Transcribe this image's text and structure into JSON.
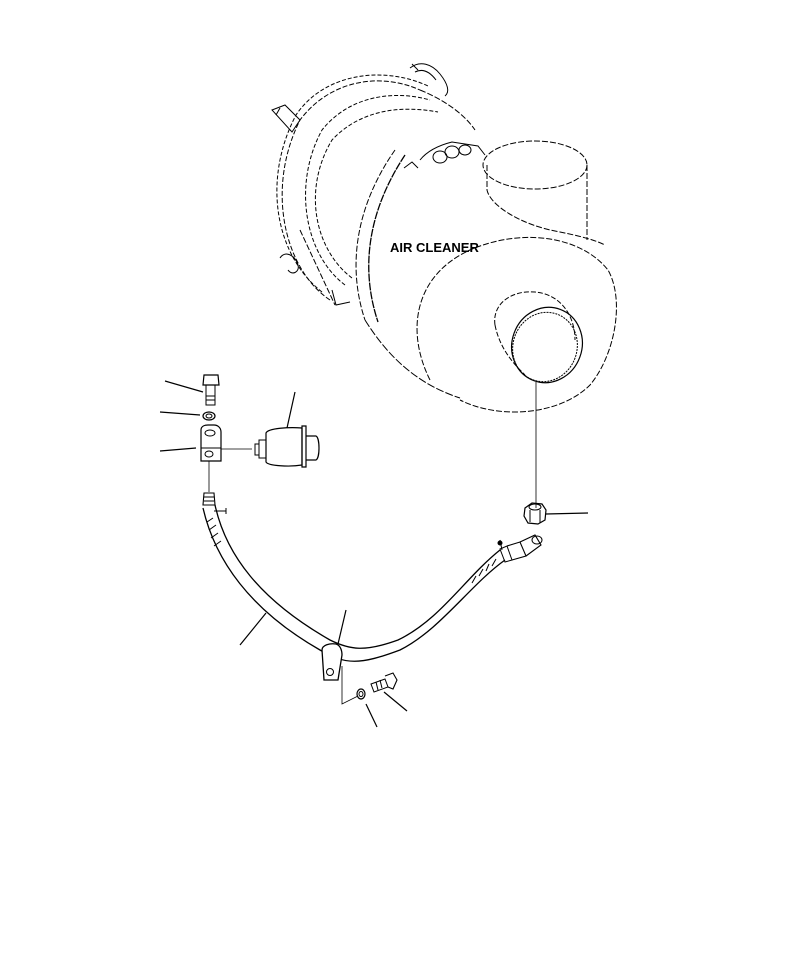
{
  "diagram": {
    "type": "exploded-parts-illustration",
    "labels": {
      "air_cleaner": "AIR CLEANER"
    },
    "components": [
      {
        "id": "air-cleaner",
        "name": "Air cleaner housing"
      },
      {
        "id": "bolt-top",
        "name": "Bolt"
      },
      {
        "id": "washer-top",
        "name": "Washer"
      },
      {
        "id": "bracket",
        "name": "Mounting bracket"
      },
      {
        "id": "indicator",
        "name": "Dust indicator"
      },
      {
        "id": "hose",
        "name": "Hose"
      },
      {
        "id": "clamp",
        "name": "Hose clamp"
      },
      {
        "id": "bolt-clamp",
        "name": "Bolt"
      },
      {
        "id": "washer-clamp",
        "name": "Washer"
      },
      {
        "id": "nut",
        "name": "Nut / fitting"
      },
      {
        "id": "elbow",
        "name": "Elbow fitting"
      }
    ],
    "leader_count": 10
  },
  "colors": {
    "background": "#ffffff",
    "line": "#000000"
  }
}
